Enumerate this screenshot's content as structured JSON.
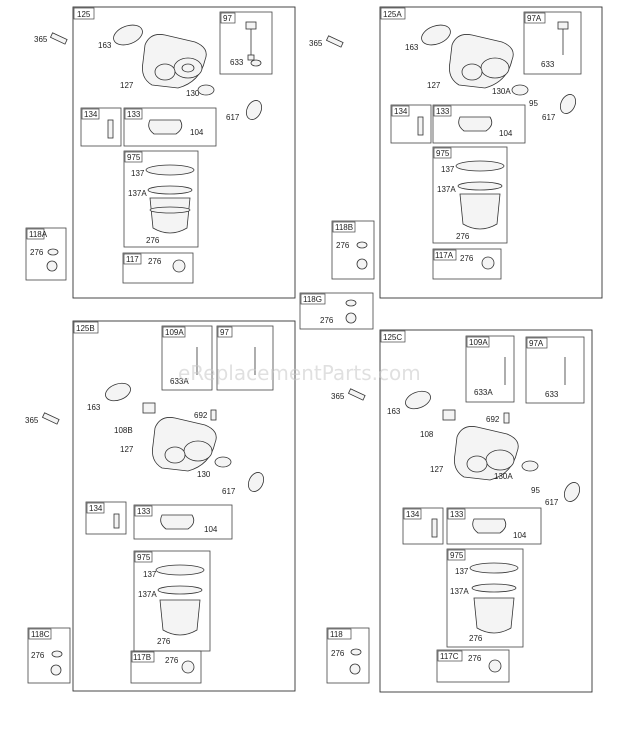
{
  "watermark": "eReplacementParts.com",
  "labels": [
    "365",
    "163",
    "127",
    "130",
    "633",
    "617",
    "104",
    "137",
    "137A",
    "276",
    "95",
    "108B",
    "692",
    "633A",
    "108",
    "130A"
  ],
  "box_tags": [
    "125",
    "125A",
    "125B",
    "125C",
    "97",
    "97A",
    "109A",
    "134",
    "133",
    "975",
    "117",
    "117A",
    "117B",
    "117C",
    "118",
    "118A",
    "118B",
    "118C",
    "118G"
  ]
}
